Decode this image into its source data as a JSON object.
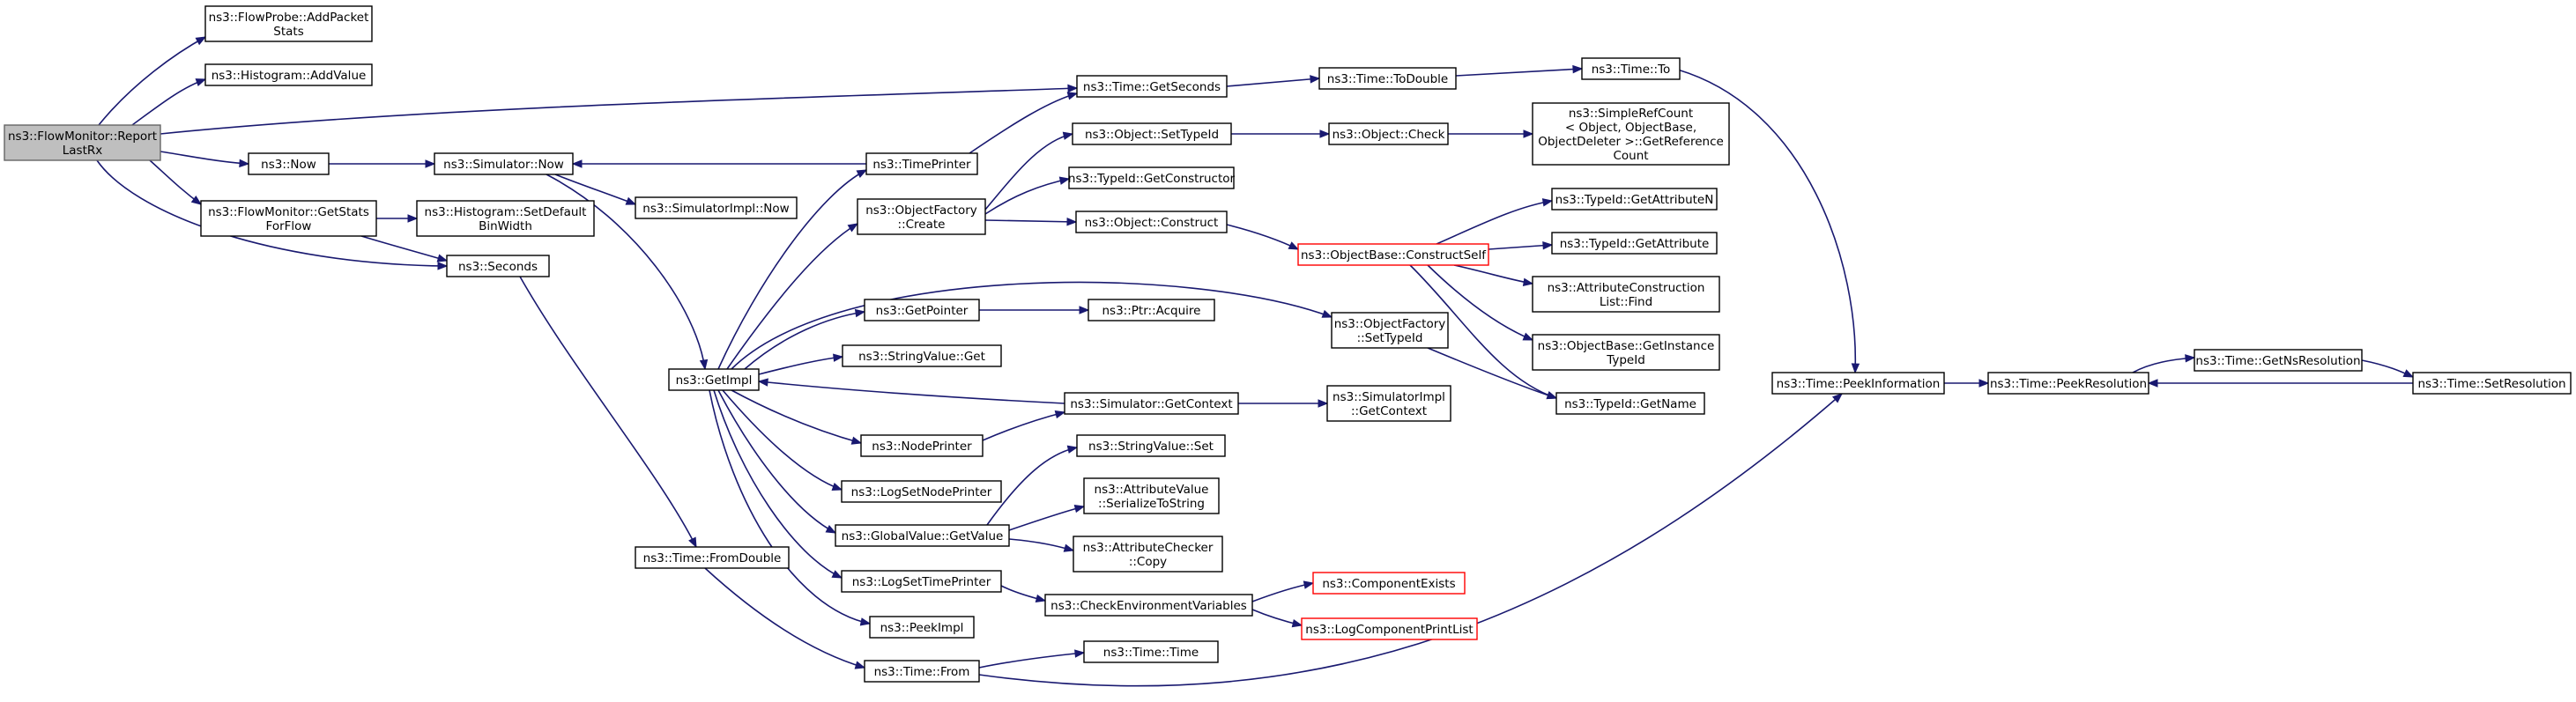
{
  "title": "",
  "colors": {
    "edge": "#191970",
    "root_fill": "#bfbfbf",
    "node_fill": "#ffffff",
    "truncated_border": "#ff0000"
  },
  "nodes": {
    "root": [
      "ns3::FlowMonitor::Report",
      "LastRx"
    ],
    "addpacketstats": [
      "ns3::FlowProbe::AddPacket",
      "Stats"
    ],
    "addvalue": [
      "ns3::Histogram::AddValue"
    ],
    "now": [
      "ns3::Now"
    ],
    "getstatsforflow": [
      "ns3::FlowMonitor::GetStats",
      "ForFlow"
    ],
    "setdefaultbinwidth": [
      "ns3::Histogram::SetDefault",
      "BinWidth"
    ],
    "seconds": [
      "ns3::Seconds"
    ],
    "simnow": [
      "ns3::Simulator::Now"
    ],
    "simimplnow": [
      "ns3::SimulatorImpl::Now"
    ],
    "timeprinter": [
      "ns3::TimePrinter"
    ],
    "objfactorycreate": [
      "ns3::ObjectFactory",
      "::Create"
    ],
    "getpointer": [
      "ns3::GetPointer"
    ],
    "stringvalueget": [
      "ns3::StringValue::Get"
    ],
    "getimpl": [
      "ns3::GetImpl"
    ],
    "nodeprinter": [
      "ns3::NodePrinter"
    ],
    "logsetnodeprinter": [
      "ns3::LogSetNodePrinter"
    ],
    "globalvaluegetvalue": [
      "ns3::GlobalValue::GetValue"
    ],
    "logsettimeprinter": [
      "ns3::LogSetTimePrinter"
    ],
    "peekimpl": [
      "ns3::PeekImpl"
    ],
    "timefromdouble": [
      "ns3::Time::FromDouble"
    ],
    "timefrom": [
      "ns3::Time::From"
    ],
    "getseconds": [
      "ns3::Time::GetSeconds"
    ],
    "todouble": [
      "ns3::Time::ToDouble"
    ],
    "timeto": [
      "ns3::Time::To"
    ],
    "settypeid": [
      "ns3::Object::SetTypeId"
    ],
    "getconstructor": [
      "ns3::TypeId::GetConstructor"
    ],
    "objconstruct": [
      "ns3::Object::Construct"
    ],
    "objcheck": [
      "ns3::Object::Check"
    ],
    "simplerefcount": [
      "ns3::SimpleRefCount",
      "< Object, ObjectBase,",
      "ObjectDeleter >::GetReference",
      "Count"
    ],
    "constructself": [
      "ns3::ObjectBase::ConstructSelf"
    ],
    "getattributen": [
      "ns3::TypeId::GetAttributeN"
    ],
    "getattribute": [
      "ns3::TypeId::GetAttribute"
    ],
    "attrconstructionfind": [
      "ns3::AttributeConstruction",
      "List::Find"
    ],
    "getinstancetypeid": [
      "ns3::ObjectBase::GetInstance",
      "TypeId"
    ],
    "ptracquire": [
      "ns3::Ptr::Acquire"
    ],
    "objfactorysettypeid": [
      "ns3::ObjectFactory",
      "::SetTypeId"
    ],
    "getname": [
      "ns3::TypeId::GetName"
    ],
    "simgetcontext": [
      "ns3::Simulator::GetContext"
    ],
    "simimplgetcontext": [
      "ns3::SimulatorImpl",
      "::GetContext"
    ],
    "stringvalueset": [
      "ns3::StringValue::Set"
    ],
    "serializetostring": [
      "ns3::AttributeValue",
      "::SerializeToString"
    ],
    "checkercopy": [
      "ns3::AttributeChecker",
      "::Copy"
    ],
    "checkenvvars": [
      "ns3::CheckEnvironmentVariables"
    ],
    "componentexists": [
      "ns3::ComponentExists"
    ],
    "logcomponentprintlist": [
      "ns3::LogComponentPrintList"
    ],
    "timetime": [
      "ns3::Time::Time"
    ],
    "peekinformation": [
      "ns3::Time::PeekInformation"
    ],
    "peekresolution": [
      "ns3::Time::PeekResolution"
    ],
    "getnsresolution": [
      "ns3::Time::GetNsResolution"
    ],
    "setresolution": [
      "ns3::Time::SetResolution"
    ]
  }
}
